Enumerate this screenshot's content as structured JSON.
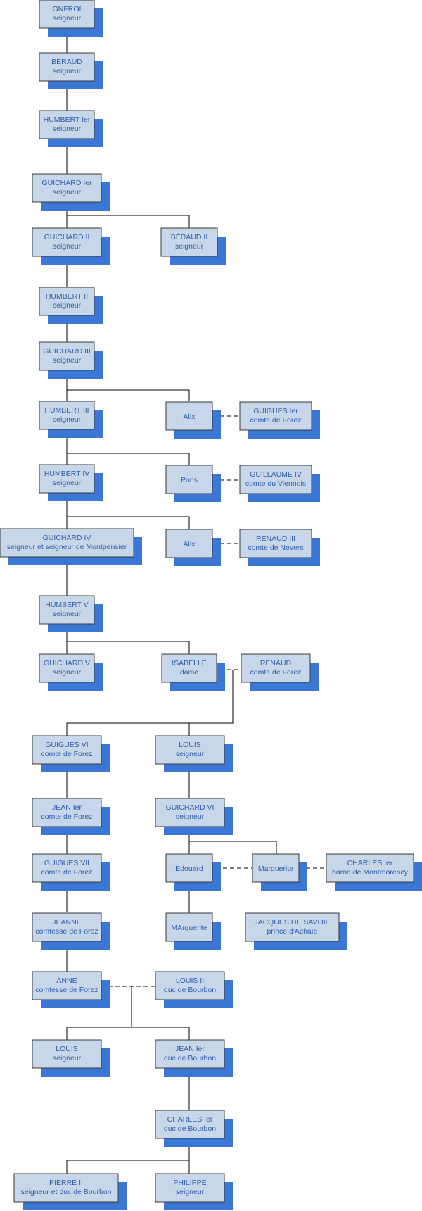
{
  "persons": {
    "onfroi": {
      "name": "ONFROI",
      "title": "seigneur"
    },
    "beraud": {
      "name": "BÉRAUD",
      "title": "seigneur"
    },
    "humbert1": {
      "name": "HUMBERT Ier",
      "title": "seigneur"
    },
    "guichard1": {
      "name": "GUICHARD  Ier",
      "title": "seigneur"
    },
    "guichard2": {
      "name": "GUICHARD  II",
      "title": "seigneur"
    },
    "beraud2": {
      "name": "BÉRAUD II",
      "title": "seigneur"
    },
    "humbert2": {
      "name": "HUMBERT II",
      "title": "seigneur"
    },
    "guichard3": {
      "name": "GUICHARD III",
      "title": "seigneur"
    },
    "humbert3": {
      "name": "HUMBERT III",
      "title": "seigneur"
    },
    "alix1": {
      "name": "Alix",
      "title": ""
    },
    "guigues1": {
      "name": "GUIGUES Ier",
      "title": "comte de Forez"
    },
    "humbert4": {
      "name": "HUMBERT IV",
      "title": "seigneur"
    },
    "pons": {
      "name": "Pons",
      "title": ""
    },
    "guillaume4": {
      "name": "GUILLAUME IV",
      "title": "comte du Viennois"
    },
    "guichard4": {
      "name": "GUICHARD IV",
      "title": "seigneur et seigneur de Montpensier"
    },
    "alix2": {
      "name": "Alix",
      "title": ""
    },
    "renaud3": {
      "name": "RENAUD III",
      "title": "comte de Nevers"
    },
    "humbert5": {
      "name": "HUMBERT V",
      "title": "seigneur"
    },
    "guichard5": {
      "name": "GUICHARD V",
      "title": "seigneur"
    },
    "isabelle": {
      "name": "ISABELLE",
      "title": "dame"
    },
    "renaud": {
      "name": "RENAUD",
      "title": "comte de Forez"
    },
    "guigues6": {
      "name": "GUIGUES VI",
      "title": "comte de Forez"
    },
    "louis1": {
      "name": "LOUIS",
      "title": "seigneur"
    },
    "jean1": {
      "name": "JEAN Ier",
      "title": "comte de Forez"
    },
    "guichard6": {
      "name": "GUICHARD VI",
      "title": "seigneur"
    },
    "guigues7": {
      "name": "GUIGUES VII",
      "title": "comte de Forez"
    },
    "edouard": {
      "name": "Edouard",
      "title": ""
    },
    "marguerite1": {
      "name": "Marguerite",
      "title": ""
    },
    "charles_montmorency": {
      "name": "CHARLES Ier",
      "title": "baron de Montmorency"
    },
    "jeanne": {
      "name": "JEANNE",
      "title": "comtesse de Forez"
    },
    "marguerite2": {
      "name": "MArguerite",
      "title": ""
    },
    "jacques_savoie": {
      "name": "JACQUES DE SAVOIE",
      "title": "prince d'Achaïe"
    },
    "anne": {
      "name": "ANNE",
      "title": "comtesse de Forez"
    },
    "louis2": {
      "name": "LOUIS II",
      "title": "duc de Bourbon"
    },
    "louis3": {
      "name": "LOUIS",
      "title": "seigneur"
    },
    "jean_bourbon": {
      "name": "JEAN Ier",
      "title": "duc de Bourbon"
    },
    "charles_bourbon": {
      "name": "CHARLES Ier",
      "title": "duc de Bourbon"
    },
    "pierre2": {
      "name": "PIERRE II",
      "title": "seigneur et duc de Bourbon"
    },
    "philippe": {
      "name": "PHILIPPE",
      "title": "seigneur"
    }
  },
  "colors": {
    "box_fill": "#c7d6e8",
    "shadow": "#3b78d6",
    "text": "#2f5fae",
    "border": "#3a3a3a"
  }
}
